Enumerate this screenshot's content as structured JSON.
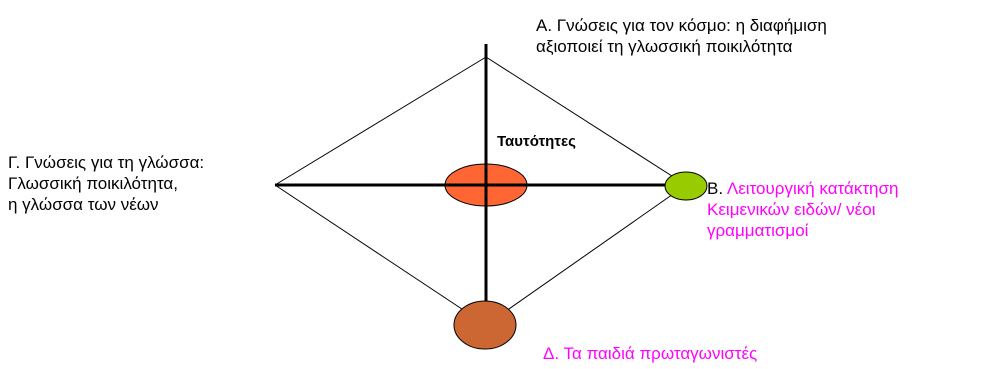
{
  "diagram": {
    "center_label": "Ταυτότητες",
    "nodes": {
      "a": {
        "text": "Α.  Γνώσεις για τον κόσμο: η διαφήμιση\nαξιοποιεί τη γλωσσική ποικιλότητα",
        "color": "#000000"
      },
      "b": {
        "prefix": "Β.",
        "text": " Λειτουργική κατάκτηση\nΚειμενικών ειδών/ νέοι\nγραμματισμοί",
        "color": "#ff00ff"
      },
      "c": {
        "text": "Γ. Γνώσεις για τη γλώσσα:\nΓλωσσική ποικιλότητα,\nη γλώσσα των νέων",
        "color": "#000000"
      },
      "d": {
        "text": "Δ. Τα παιδιά πρωταγωνιστές",
        "color": "#ff00ff"
      }
    },
    "colors": {
      "center_ellipse": "#ff6633",
      "right_ellipse": "#99cc00",
      "bottom_circle": "#cc6633",
      "lines": "#000000"
    }
  }
}
